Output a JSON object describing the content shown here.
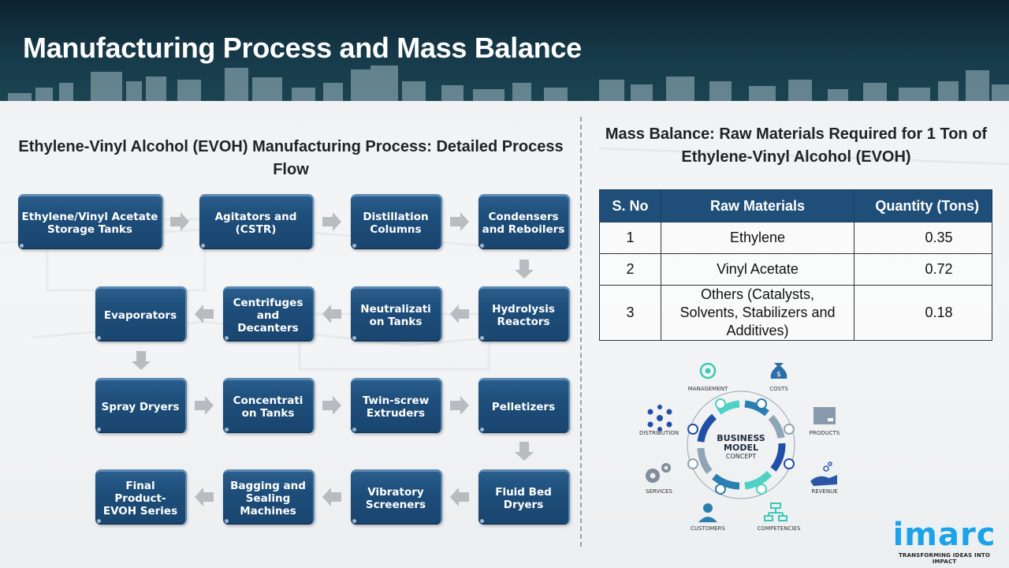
{
  "header": {
    "title": "Manufacturing Process and Mass Balance"
  },
  "process_flow": {
    "title": "Ethylene-Vinyl Alcohol (EVOH) Manufacturing Process: Detailed Process Flow",
    "steps": [
      "Ethylene/Vinyl Acetate  Storage Tanks",
      "Agitators and (CSTR)",
      "Distillation Columns",
      "Condensers and Reboilers",
      "Hydrolysis Reactors",
      "Neutralizati on Tanks",
      "Centrifuges and Decanters",
      "Evaporators",
      "Spray Dryers",
      "Concentrati on Tanks",
      "Twin-screw Extruders",
      "Pelletizers",
      "Fluid Bed Dryers",
      "Vibratory Screeners",
      "Bagging and Sealing Machines",
      "Final Product- EVOH Series"
    ],
    "box_color": "#1f4e79",
    "arrow_color": "#b8bcc0"
  },
  "mass_balance": {
    "title": "Mass Balance: Raw Materials Required for 1 Ton of Ethylene-Vinyl Alcohol (EVOH)",
    "columns": [
      "S. No",
      "Raw Materials",
      "Quantity (Tons)"
    ],
    "rows": [
      {
        "sno": "1",
        "material": "Ethylene",
        "quantity": "0.35"
      },
      {
        "sno": "2",
        "material": "Vinyl Acetate",
        "quantity": "0.72"
      },
      {
        "sno": "3",
        "material": "Others (Catalysts, Solvents, Stabilizers and Additives)",
        "quantity": "0.18"
      }
    ],
    "header_color": "#1f4e79"
  },
  "business_model": {
    "center_line1": "BUSINESS",
    "center_line2": "MODEL",
    "center_line3": "CONCEPT",
    "labels": {
      "management": "MANAGEMENT",
      "costs": "COSTS",
      "distribution": "DISTRIBUTION",
      "products": "PRODUCTS",
      "services": "SERVICES",
      "revenue": "REVENUE",
      "customers": "CUSTOMERS",
      "competencies": "COMPETENCIES"
    }
  },
  "logo": {
    "word": "imarc",
    "tagline": "TRANSFORMING IDEAS INTO IMPACT",
    "color": "#1aa3e8"
  }
}
